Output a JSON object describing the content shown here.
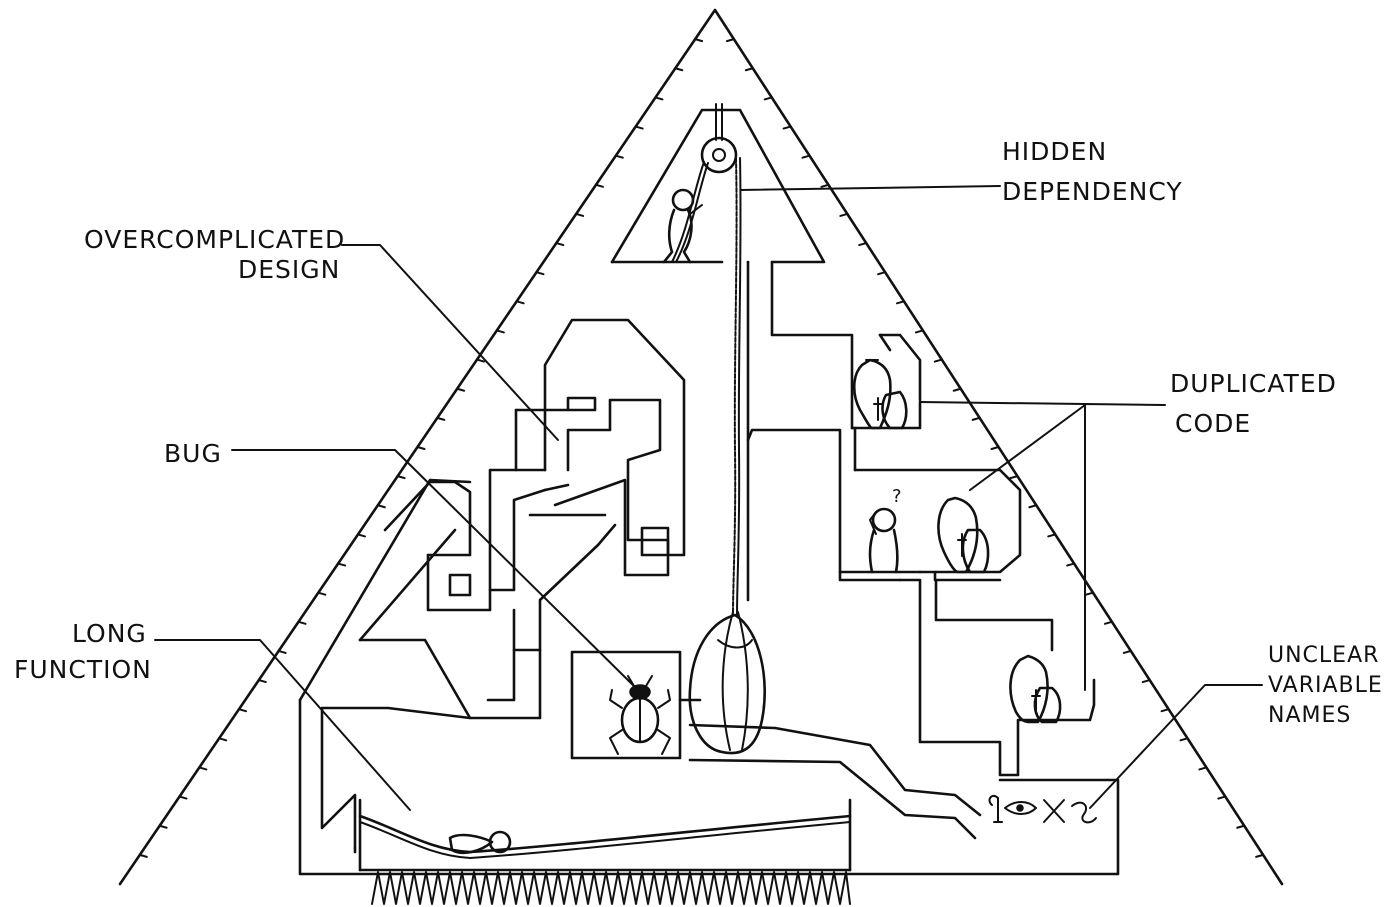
{
  "labels": {
    "hidden_dependency_1": "HIDDEN",
    "hidden_dependency_2": "DEPENDENCY",
    "overcomplicated_1": "OVERCOMPLICATED",
    "overcomplicated_2": "DESIGN",
    "duplicated_1": "DUPLICATED",
    "duplicated_2": "CODE",
    "bug": "BUG",
    "long_function_1": "LONG",
    "long_function_2": "FUNCTION",
    "unclear_1": "UNCLEAR",
    "unclear_2": "VARIABLE",
    "unclear_3": "NAMES",
    "question_mark": "?"
  },
  "icons": [
    "pyramid-outline-icon",
    "pulley-icon",
    "rope-icon",
    "climbing-person-icon",
    "boulder-icon",
    "scarab-beetle-icon",
    "vase-group-icon",
    "confused-person-icon",
    "hammock-person-icon",
    "spike-pit-icon",
    "hieroglyphs-icon"
  ],
  "colors": {
    "ink": "#111111",
    "background": "#ffffff"
  }
}
